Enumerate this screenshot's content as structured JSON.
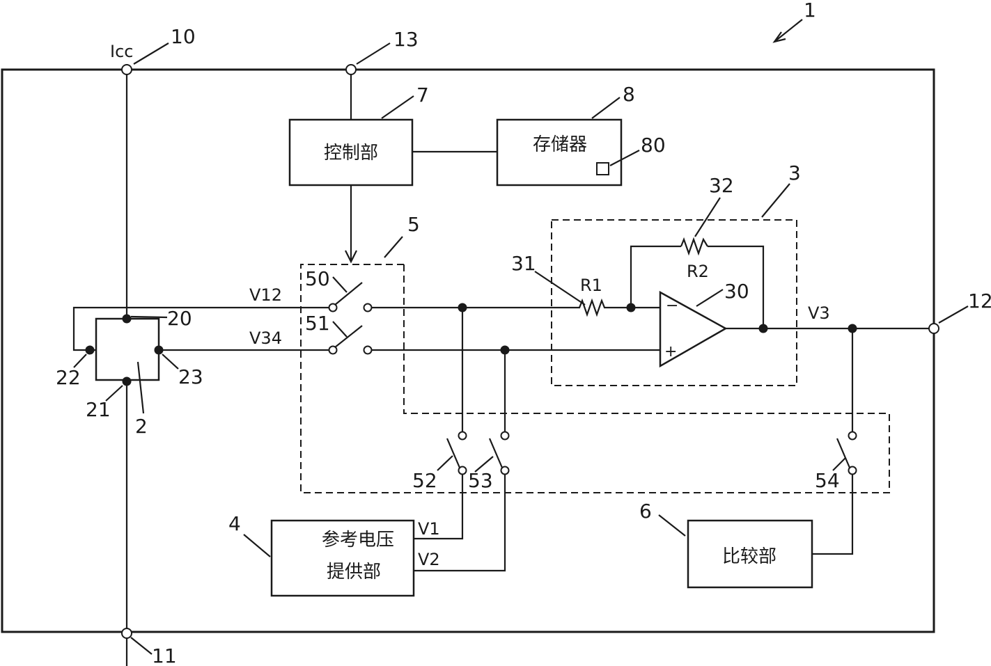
{
  "refs": {
    "device": "1",
    "sensor": "2",
    "amplifier": "3",
    "ref_supply": "4",
    "switch_unit": "5",
    "comparator": "6",
    "controller": "7",
    "memory": "8",
    "vcc_terminal": "10",
    "gnd_terminal": "11",
    "output_terminal": "12",
    "control_terminal": "13",
    "sensor_pin_20": "20",
    "sensor_pin_21": "21",
    "sensor_pin_22": "22",
    "sensor_pin_23": "23",
    "opamp": "30",
    "resistor_r1": "31",
    "resistor_r2": "32",
    "switch_50": "50",
    "switch_51": "51",
    "switch_52": "52",
    "switch_53": "53",
    "switch_54": "54",
    "memory_cell": "80"
  },
  "labels": {
    "icc": "Icc",
    "v12": "V12",
    "v34": "V34",
    "v3": "V3",
    "r1": "R1",
    "r2": "R2",
    "v1": "V1",
    "v2": "V2",
    "minus": "−",
    "plus": "+"
  },
  "blocks": {
    "controller": "控制部",
    "memory": "存储器",
    "ref_supply_line1": "参考电压",
    "ref_supply_line2": "提供部",
    "comparator": "比较部"
  }
}
